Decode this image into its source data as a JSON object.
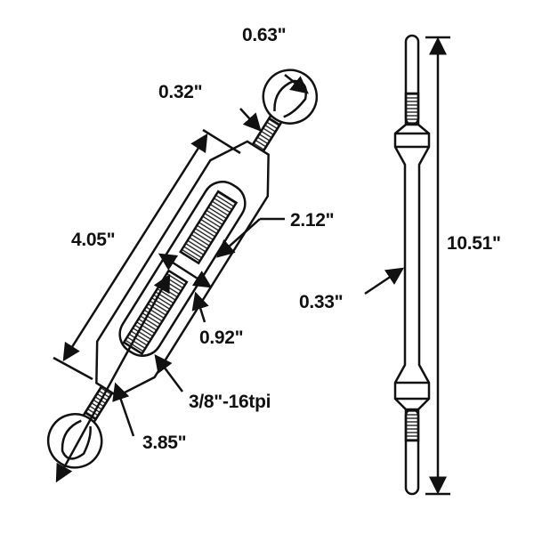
{
  "diagram": {
    "labels": {
      "eye_inner": "0.63\"",
      "rod_diameter_top": "0.32\"",
      "slot_length": "2.12\"",
      "body_length": "4.05\"",
      "body_inner_width": "0.92\"",
      "thread": "3/8\"-16tpi",
      "eye_to_body": "3.85\"",
      "overall_length": "10.51\"",
      "side_rod_diameter": "0.33\""
    },
    "colors": {
      "line": "#111111",
      "fill": "#ffffff"
    }
  }
}
